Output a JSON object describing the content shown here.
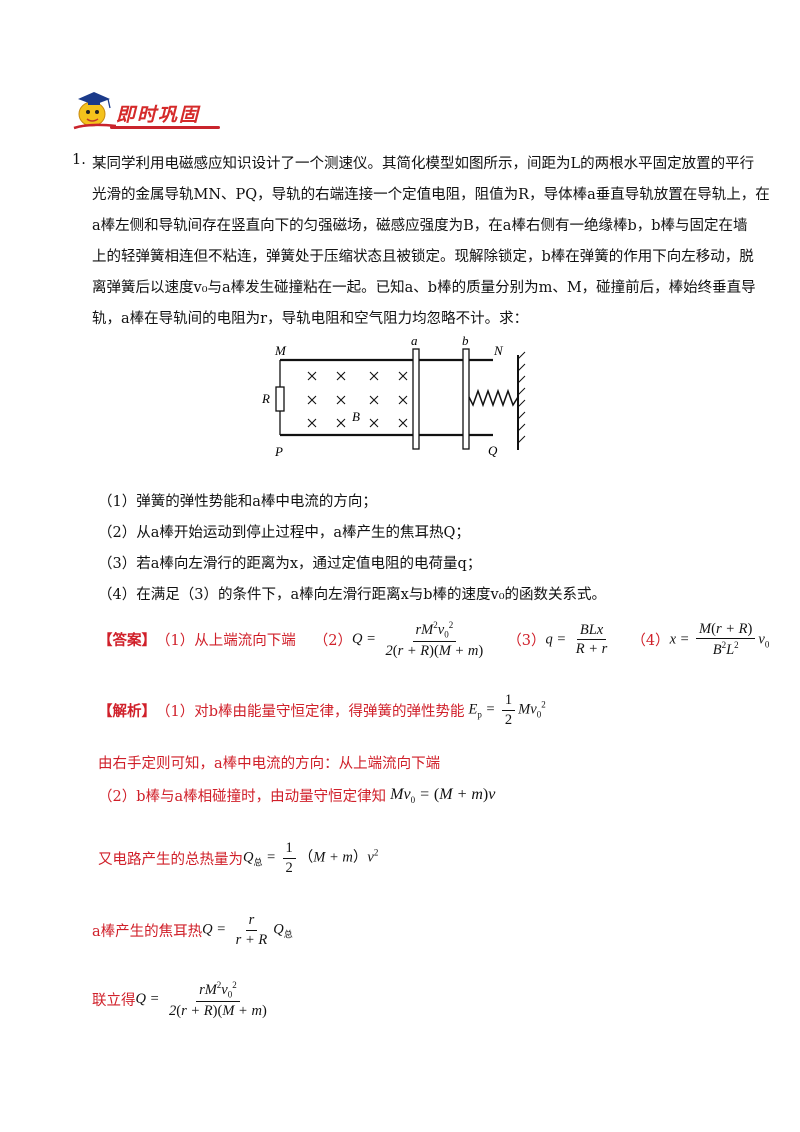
{
  "header": {
    "title": "即时巩固"
  },
  "question": {
    "number": "1.",
    "lines": [
      "某同学利用电磁感应知识设计了一个测速仪。其简化模型如图所示，间距为L的两根水平固定放置的平行",
      "光滑的金属导轨MN、PQ，导轨的右端连接一个定值电阻，阻值为R，导体棒a垂直导轨放置在导轨上，在",
      "a棒左侧和导轨间存在竖直向下的匀强磁场，磁感应强度为B，在a棒右侧有一绝缘棒b，b棒与固定在墙",
      "上的轻弹簧相连但不粘连，弹簧处于压缩状态且被锁定。现解除锁定，b棒在弹簧的作用下向左移动，脱",
      "离弹簧后以速度v₀与a棒发生碰撞粘在一起。已知a、b棒的质量分别为m、M，碰撞前后，棒始终垂直导",
      "轨，a棒在导轨间的电阻为r，导轨电阻和空气阻力均忽略不计。求："
    ],
    "sub_questions": [
      "（1）弹簧的弹性势能和a棒中电流的方向；",
      "（2）从a棒开始运动到停止过程中，a棒产生的焦耳热Q；",
      "（3）若a棒向左滑行的距离为x，通过定值电阻的电荷量q；",
      "（4）在满足（3）的条件下，a棒向左滑行距离x与b棒的速度v₀的函数关系式。"
    ]
  },
  "figure": {
    "labels": {
      "M": "M",
      "N": "N",
      "P": "P",
      "Q": "Q",
      "R": "R",
      "B": "B",
      "a": "a",
      "b": "b"
    },
    "field_symbol": "×"
  },
  "answer": {
    "tag": "【答案】",
    "p1_label": "（1）",
    "p1": "从上端流向下端",
    "p2_label": "（2）",
    "p3_label": "（3）",
    "p4_label": "（4）"
  },
  "analysis": {
    "tag": "【解析】",
    "s1_label": "（1）",
    "s1": "对b棒由能量守恒定律，得弹簧的弹性势能",
    "s2": "由右手定则可知，a棒中电流的方向：从上端流向下端",
    "s3_label": "（2）",
    "s3": "b棒与a棒相碰撞时，由动量守恒定律知",
    "s4": "又电路产生的总热量为",
    "s5": "a棒产生的焦耳热",
    "s6": "联立得"
  }
}
